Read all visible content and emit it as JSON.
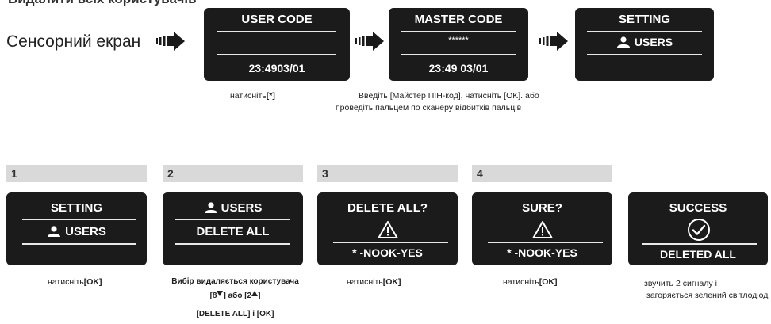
{
  "header": {
    "touch_label": "Сенсорний екран",
    "title_fragment": "Видалити всіх користувачів"
  },
  "top_screens": {
    "user_code": {
      "title": "USER CODE",
      "time": "23:4903/01"
    },
    "master_code": {
      "title": "MASTER CODE",
      "mask": "******",
      "time": "23:49 03/01"
    },
    "setting": {
      "title": "SETTING",
      "item": "USERS"
    }
  },
  "top_captions": {
    "press_star_prefix": "натисніть",
    "press_star_key": "[*]",
    "master_line1": "Введіть [Майстер ПІН-код], натисніть [OK]. або",
    "master_line2": "проведіть пальцем по сканеру відбитків пальців"
  },
  "steps": [
    "1",
    "2",
    "3",
    "4"
  ],
  "bottom_screens": {
    "s1": {
      "title": "SETTING",
      "item": "USERS"
    },
    "s2": {
      "title": "USERS",
      "item": "DELETE ALL"
    },
    "s3": {
      "title": "DELETE ALL?",
      "footer": "* -NOOK-YES"
    },
    "s4": {
      "title": "SURE?",
      "footer": "* -NOOK-YES"
    },
    "s5": {
      "title": "SUCCESS",
      "footer": "DELETED ALL"
    }
  },
  "bottom_captions": {
    "c1_prefix": "натисніть",
    "c1_key": "[OK]",
    "c2_line1": "Вибір видаляється користувача",
    "c2_line2_a": "[8",
    "c2_line2_b": "] або [2",
    "c2_line2_c": "]",
    "c2_line3": "[DELETE ALL] і [OK]",
    "c3_prefix": "натисніть",
    "c3_key": "[OK]",
    "c4_prefix": "натисніть",
    "c4_key": "[OK]",
    "c5_line1": "звучить 2 сигналу і",
    "c5_line2": "загоряється зелений світлодіод"
  },
  "icons": {
    "arrow": "arrow-right-icon",
    "user": "user-icon",
    "warning": "warning-icon",
    "success": "check-circle-icon",
    "down": "triangle-down-icon",
    "up": "triangle-up-icon"
  },
  "colors": {
    "screen": "#1b1b1b",
    "step_bar": "#d9d9d9",
    "arrow": "#1a1a1a"
  }
}
